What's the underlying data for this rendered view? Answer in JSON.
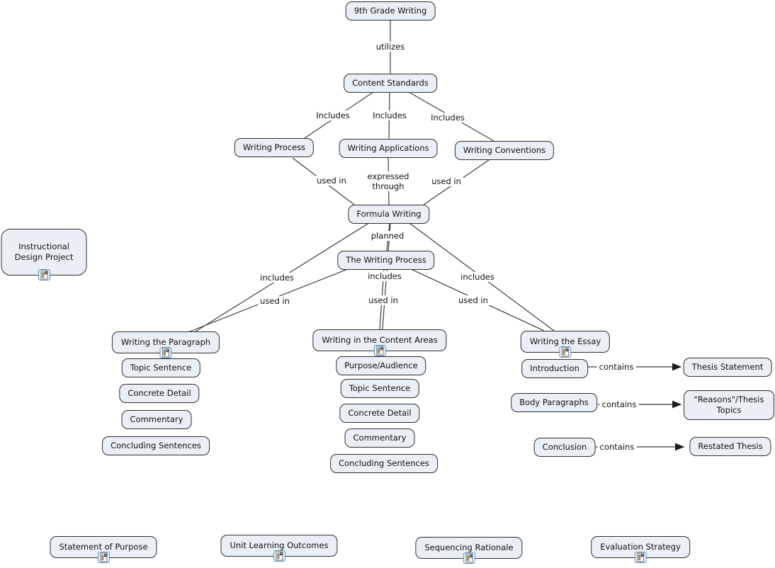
{
  "title": "9th Grade Writing concept map",
  "colors": {
    "background": "#ffffff",
    "node_fill": "#e9eff4",
    "node_border": "#2f2f2f",
    "connector_line": "#3c3c3c",
    "text": "#111111",
    "resource_icon_border": "#5b8dc8"
  },
  "nodes": {
    "grade9": "9th Grade Writing",
    "content_standards": "Content Standards",
    "writing_process": "Writing Process",
    "writing_applications": "Writing Applications",
    "writing_conventions": "Writing Conventions",
    "formula_writing": "Formula Writing",
    "the_writing_process": "The Writing Process",
    "writing_paragraph": "Writing the Paragraph",
    "writing_content_areas": "Writing in the Content Areas",
    "writing_essay": "Writing the Essay",
    "instructional_design_project": "Instructional Design Project"
  },
  "links": {
    "utilizes": "utilizes",
    "includes_top": "Includes",
    "used_in": "used in",
    "expressed_through": "expressed through",
    "planned": "planned",
    "includes_lower": "includes",
    "contains": "contains"
  },
  "paragraph_items": [
    "Topic Sentence",
    "Concrete Detail",
    "Commentary",
    "Concluding Sentences"
  ],
  "content_area_items": [
    "Purpose/Audience",
    "Topic Sentence",
    "Concrete Detail",
    "Commentary",
    "Concluding Sentences"
  ],
  "essay_structure": [
    {
      "part": "Introduction",
      "relation": "contains",
      "target": "Thesis Statement"
    },
    {
      "part": "Body Paragraphs",
      "relation": "contains",
      "target": "\"Reasons\"/Thesis Topics"
    },
    {
      "part": "Conclusion",
      "relation": "contains",
      "target": "Restated Thesis"
    }
  ],
  "bottom_boxes": [
    "Statement of Purpose",
    "Unit Learning Outcomes",
    "Sequencing Rationale",
    "Evaluation Strategy"
  ],
  "icon": {
    "name": "resource-document-icon"
  }
}
